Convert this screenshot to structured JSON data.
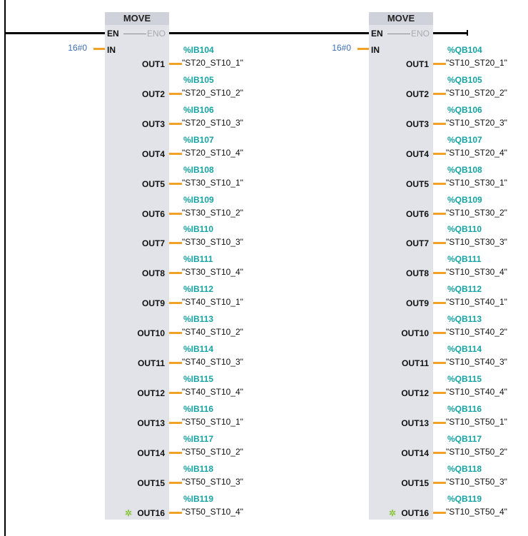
{
  "blocks": [
    {
      "title": "MOVE",
      "en": "EN",
      "eno": "ENO",
      "in_label": "IN",
      "in_value": "16#0",
      "outputs": [
        {
          "label": "OUT1",
          "addr": "%IB104",
          "sym": "\"ST20_ST10_1\""
        },
        {
          "label": "OUT2",
          "addr": "%IB105",
          "sym": "\"ST20_ST10_2\""
        },
        {
          "label": "OUT3",
          "addr": "%IB106",
          "sym": "\"ST20_ST10_3\""
        },
        {
          "label": "OUT4",
          "addr": "%IB107",
          "sym": "\"ST20_ST10_4\""
        },
        {
          "label": "OUT5",
          "addr": "%IB108",
          "sym": "\"ST30_ST10_1\""
        },
        {
          "label": "OUT6",
          "addr": "%IB109",
          "sym": "\"ST30_ST10_2\""
        },
        {
          "label": "OUT7",
          "addr": "%IB110",
          "sym": "\"ST30_ST10_3\""
        },
        {
          "label": "OUT8",
          "addr": "%IB111",
          "sym": "\"ST30_ST10_4\""
        },
        {
          "label": "OUT9",
          "addr": "%IB112",
          "sym": "\"ST40_ST10_1\""
        },
        {
          "label": "OUT10",
          "addr": "%IB113",
          "sym": "\"ST40_ST10_2\""
        },
        {
          "label": "OUT11",
          "addr": "%IB114",
          "sym": "\"ST40_ST10_3\""
        },
        {
          "label": "OUT12",
          "addr": "%IB115",
          "sym": "\"ST40_ST10_4\""
        },
        {
          "label": "OUT13",
          "addr": "%IB116",
          "sym": "\"ST50_ST10_1\""
        },
        {
          "label": "OUT14",
          "addr": "%IB117",
          "sym": "\"ST50_ST10_2\""
        },
        {
          "label": "OUT15",
          "addr": "%IB118",
          "sym": "\"ST50_ST10_3\""
        },
        {
          "label": "OUT16",
          "addr": "%IB119",
          "sym": "\"ST50_ST10_4\"",
          "star": "✲"
        }
      ]
    },
    {
      "title": "MOVE",
      "en": "EN",
      "eno": "ENO",
      "in_label": "IN",
      "in_value": "16#0",
      "outputs": [
        {
          "label": "OUT1",
          "addr": "%QB104",
          "sym": "\"ST10_ST20_1\""
        },
        {
          "label": "OUT2",
          "addr": "%QB105",
          "sym": "\"ST10_ST20_2\""
        },
        {
          "label": "OUT3",
          "addr": "%QB106",
          "sym": "\"ST10_ST20_3\""
        },
        {
          "label": "OUT4",
          "addr": "%QB107",
          "sym": "\"ST10_ST20_4\""
        },
        {
          "label": "OUT5",
          "addr": "%QB108",
          "sym": "\"ST10_ST30_1\""
        },
        {
          "label": "OUT6",
          "addr": "%QB109",
          "sym": "\"ST10_ST30_2\""
        },
        {
          "label": "OUT7",
          "addr": "%QB110",
          "sym": "\"ST10_ST30_3\""
        },
        {
          "label": "OUT8",
          "addr": "%QB111",
          "sym": "\"ST10_ST30_4\""
        },
        {
          "label": "OUT9",
          "addr": "%QB112",
          "sym": "\"ST10_ST40_1\""
        },
        {
          "label": "OUT10",
          "addr": "%QB113",
          "sym": "\"ST10_ST40_2\""
        },
        {
          "label": "OUT11",
          "addr": "%QB114",
          "sym": "\"ST10_ST40_3\""
        },
        {
          "label": "OUT12",
          "addr": "%QB115",
          "sym": "\"ST10_ST40_4\""
        },
        {
          "label": "OUT13",
          "addr": "%QB116",
          "sym": "\"ST10_ST50_1\""
        },
        {
          "label": "OUT14",
          "addr": "%QB117",
          "sym": "\"ST10_ST50_2\""
        },
        {
          "label": "OUT15",
          "addr": "%QB118",
          "sym": "\"ST10_ST50_3\""
        },
        {
          "label": "OUT16",
          "addr": "%QB119",
          "sym": "\"ST10_ST50_4\"",
          "star": "✲"
        }
      ]
    }
  ]
}
